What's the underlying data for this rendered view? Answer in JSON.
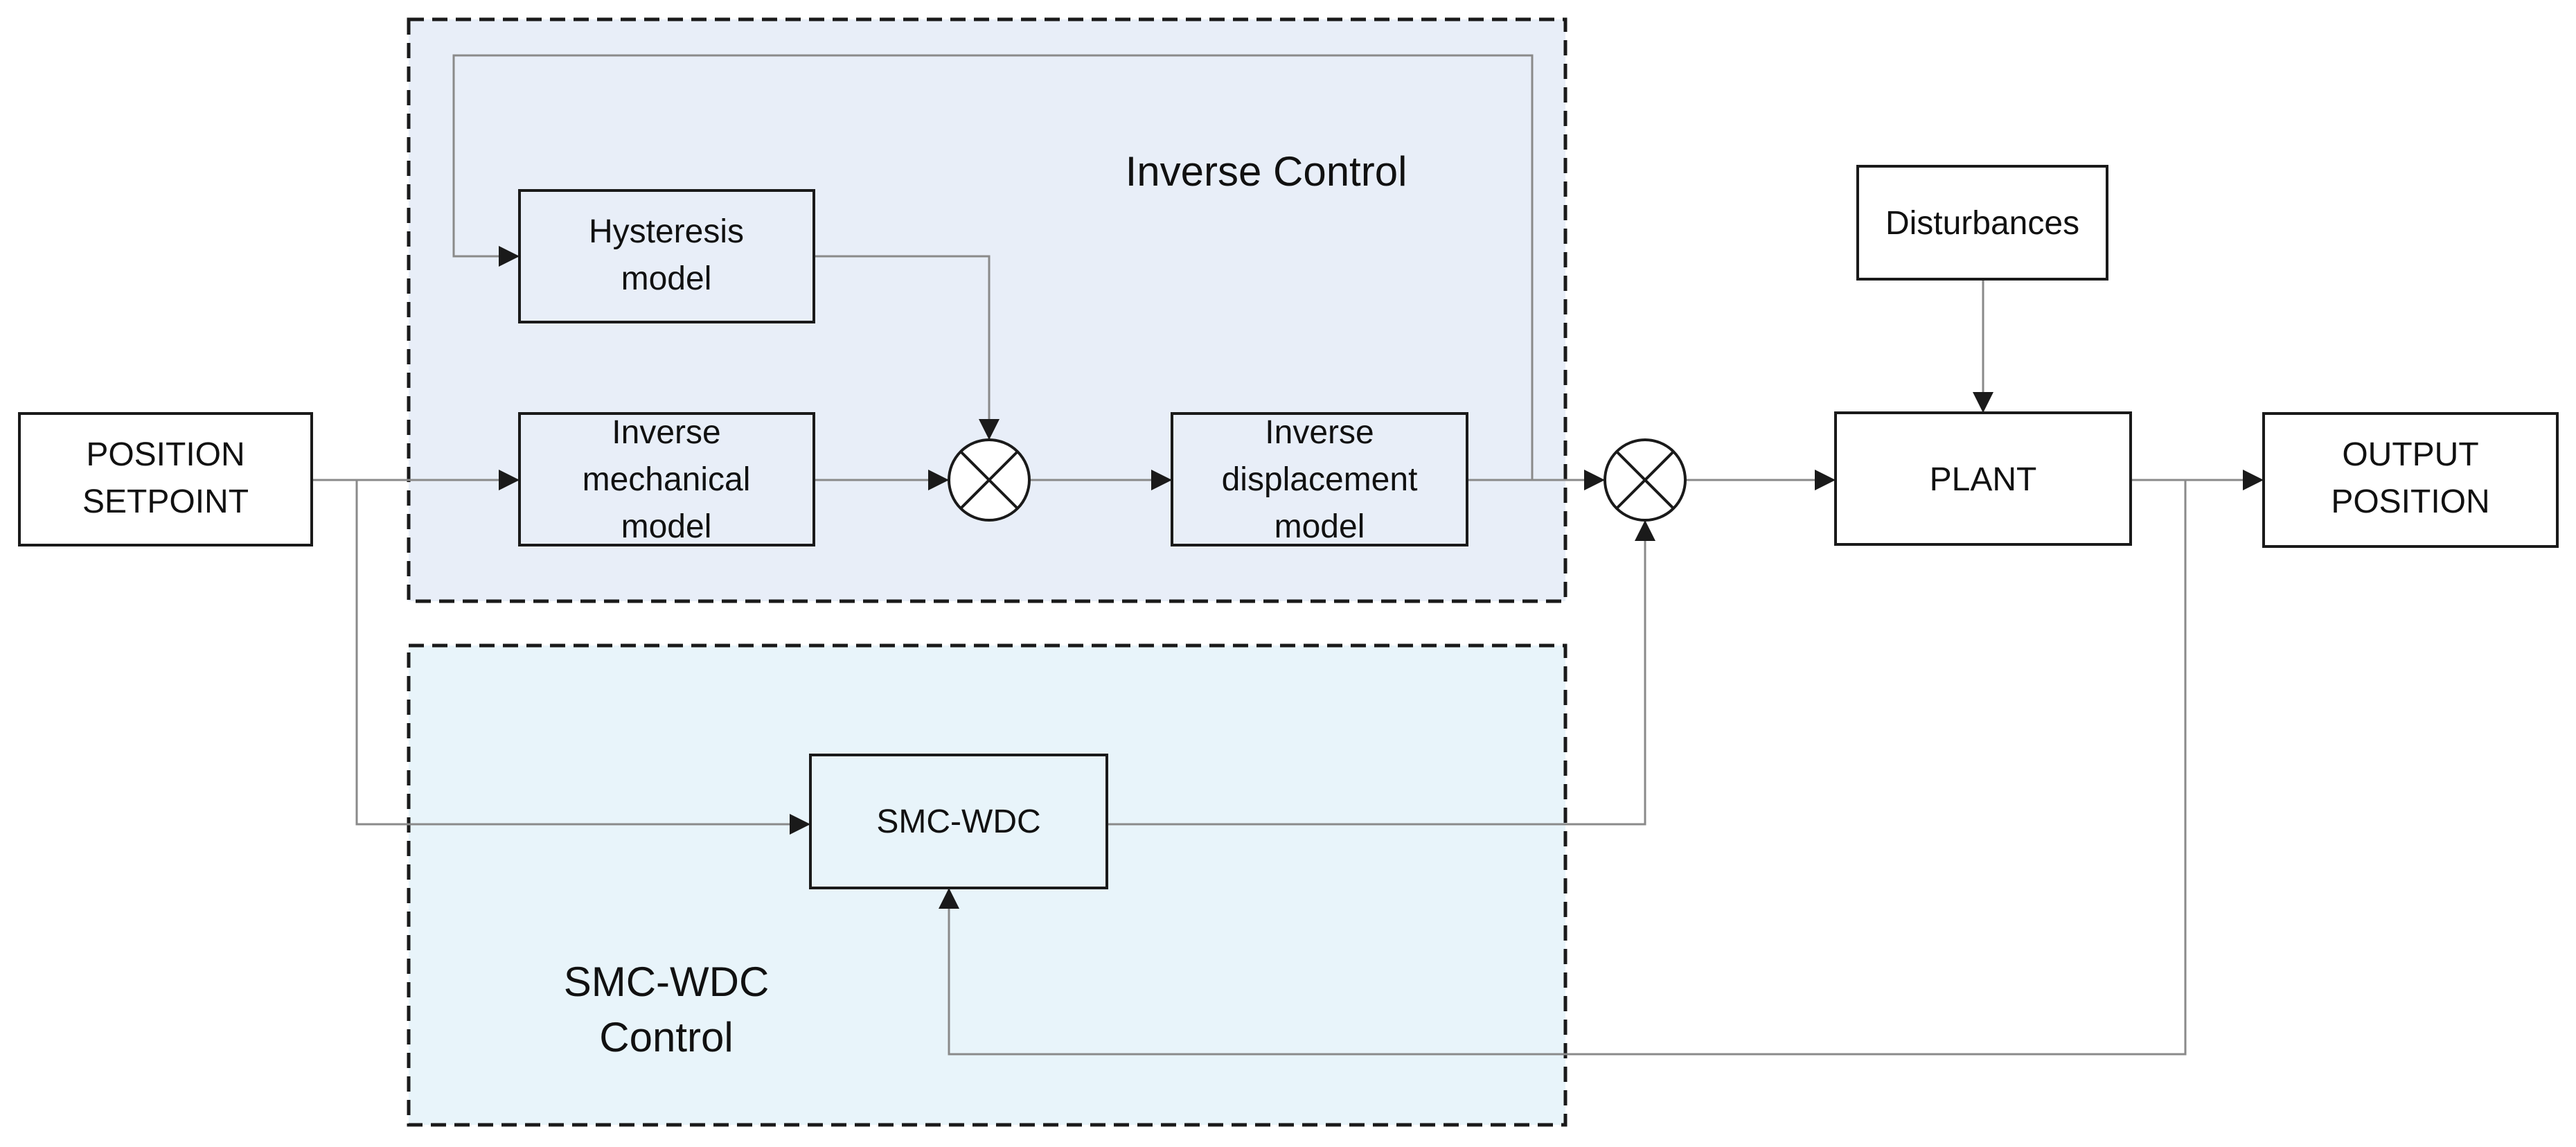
{
  "regions": {
    "inverse": {
      "title": "Inverse Control"
    },
    "smc": {
      "title_line1": "SMC-WDC",
      "title_line2": "Control"
    }
  },
  "blocks": {
    "setpoint": {
      "line1": "POSITION",
      "line2": "SETPOINT"
    },
    "hysteresis": {
      "line1": "Hysteresis",
      "line2": "model"
    },
    "inverse_mechanical": {
      "line1": "Inverse",
      "line2": "mechanical",
      "line3": "model"
    },
    "inverse_displacement": {
      "line1": "Inverse",
      "line2": "displacement",
      "line3": "model"
    },
    "smc_wdc": {
      "label": "SMC-WDC"
    },
    "disturbances": {
      "label": "Disturbances"
    },
    "plant": {
      "label": "PLANT"
    },
    "output": {
      "line1": "OUTPUT",
      "line2": "POSITION"
    }
  },
  "colors": {
    "inverse_region_fill": "#e8eef8",
    "smc_region_fill": "#e8f4fa",
    "line": "#8a8a8a",
    "border": "#1a1a1a"
  }
}
